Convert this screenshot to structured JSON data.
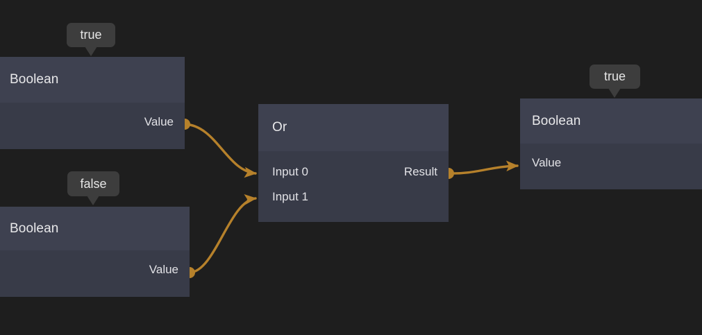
{
  "app": {
    "view": "node-graph-editor",
    "background_color": "#1e1e1e",
    "accent_color": "#b6812b",
    "node_header_color": "#3e4150",
    "node_body_color": "#383b48",
    "tooltip_color": "#3d3d3d"
  },
  "nodes": [
    {
      "id": "boolean-true-top",
      "title": "Boolean",
      "tooltip": "true",
      "outputs": [
        {
          "label": "Value"
        }
      ],
      "inputs": []
    },
    {
      "id": "boolean-false-bottom",
      "title": "Boolean",
      "tooltip": "false",
      "outputs": [
        {
          "label": "Value"
        }
      ],
      "inputs": []
    },
    {
      "id": "or-node",
      "title": "Or",
      "inputs": [
        {
          "label": "Input 0"
        },
        {
          "label": "Input 1"
        }
      ],
      "outputs": [
        {
          "label": "Result"
        }
      ]
    },
    {
      "id": "boolean-result",
      "title": "Boolean",
      "tooltip": "true",
      "inputs": [
        {
          "label": "Value"
        }
      ],
      "outputs": []
    }
  ],
  "edges": [
    {
      "from": "boolean-true-top.Value",
      "to": "or-node.Input 0"
    },
    {
      "from": "boolean-false-bottom.Value",
      "to": "or-node.Input 1"
    },
    {
      "from": "or-node.Result",
      "to": "boolean-result.Value"
    }
  ]
}
